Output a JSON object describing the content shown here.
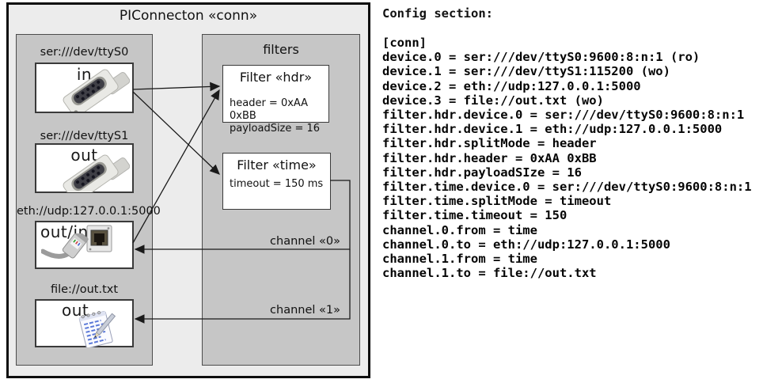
{
  "diagram": {
    "title": "PIConnecton «conn»",
    "colors": {
      "outer_background": "#ececec",
      "panel_background": "#c6c6c6",
      "box_background": "#ffffff",
      "border": "#3a3a3a",
      "arrow": "#1a1a1a"
    },
    "devices_panel": {
      "devices": [
        {
          "url": "ser:///dev/ttyS0",
          "direction": "in",
          "icon": "db9-serial-connector-icon"
        },
        {
          "url": "ser:///dev/ttyS1",
          "direction": "out",
          "icon": "db9-serial-connector-icon"
        },
        {
          "url": "eth://udp:127.0.0.1:5000",
          "direction": "out/in",
          "icon": "ethernet-plug-icon"
        },
        {
          "url": "file://out.txt",
          "direction": "out",
          "icon": "notepad-pencil-icon"
        }
      ]
    },
    "filters_panel": {
      "title": "filters",
      "filters": [
        {
          "title": "Filter «hdr»",
          "attributes": [
            "header = 0xAA 0xBB",
            "payloadSize = 16"
          ]
        },
        {
          "title": "Filter «time»",
          "attributes": [
            "timeout = 150 ms"
          ]
        }
      ]
    },
    "channels": [
      {
        "label": "channel «0»"
      },
      {
        "label": "channel «1»"
      }
    ]
  },
  "config": {
    "heading": "Config section:",
    "lines": [
      "[conn]",
      "device.0 = ser:///dev/ttyS0:9600:8:n:1 (ro)",
      "device.1 = ser:///dev/ttyS1:115200 (wo)",
      "device.2 = eth://udp:127.0.0.1:5000",
      "device.3 = file://out.txt (wo)",
      "filter.hdr.device.0 = ser:///dev/ttyS0:9600:8:n:1",
      "filter.hdr.device.1 = eth://udp:127.0.0.1:5000",
      "filter.hdr.splitMode = header",
      "filter.hdr.header = 0xAA 0xBB",
      "filter.hdr.payloadSIze = 16",
      "filter.time.device.0 = ser:///dev/ttyS0:9600:8:n:1",
      "filter.time.splitMode = timeout",
      "filter.time.timeout = 150",
      "channel.0.from = time",
      "channel.0.to = eth://udp:127.0.0.1:5000",
      "channel.1.from = time",
      "channel.1.to = file://out.txt"
    ]
  }
}
